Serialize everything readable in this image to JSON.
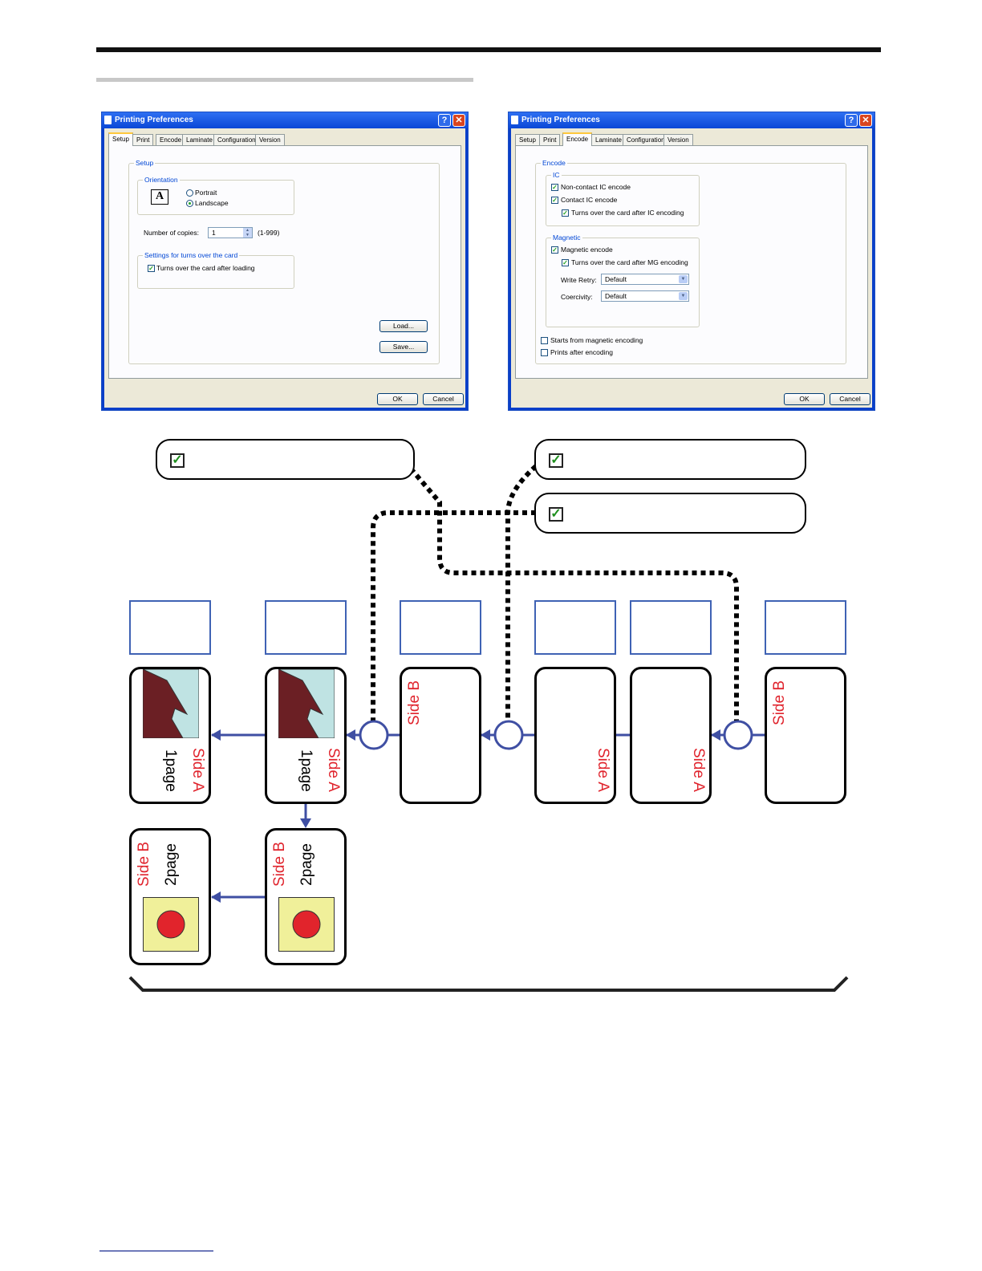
{
  "dialog_left": {
    "title": "Printing Preferences",
    "help_label": "?",
    "close_label": "✕",
    "tabs": [
      "Setup",
      "Print",
      "Encode",
      "Laminate",
      "Configuration",
      "Version"
    ],
    "selected_tab": "Setup",
    "setup_group_label": "Setup",
    "orientation_label": "Orientation",
    "orientation_icon_text": "A",
    "portrait_label": "Portrait",
    "landscape_label": "Landscape",
    "selected_orientation": "Landscape",
    "copies_label": "Number of copies:",
    "copies_value": "1",
    "copies_range": "(1-999)",
    "turn_group_label": "Settings for turns over the card",
    "turn_checkbox_label": "Turns over the card after loading",
    "turn_checked": true,
    "load_label": "Load...",
    "save_label": "Save...",
    "ok_label": "OK",
    "cancel_label": "Cancel"
  },
  "dialog_right": {
    "title": "Printing Preferences",
    "help_label": "?",
    "close_label": "✕",
    "tabs": [
      "Setup",
      "Print",
      "Encode",
      "Laminate",
      "Configuration",
      "Version"
    ],
    "selected_tab": "Encode",
    "encode_group_label": "Encode",
    "ic_group_label": "IC",
    "noncontact_label": "Non-contact IC encode",
    "contact_label": "Contact IC encode",
    "turn_ic_label": "Turns over the card after IC encoding",
    "magnetic_group_label": "Magnetic",
    "magnetic_encode_label": "Magnetic encode",
    "turn_mg_label": "Turns over the card after MG encoding",
    "write_retry_label": "Write Retry:",
    "write_retry_value": "Default",
    "coercivity_label": "Coercivity:",
    "coercivity_value": "Default",
    "starts_mag_label": "Starts from magnetic encoding",
    "prints_after_label": "Prints after encoding",
    "ok_label": "OK",
    "cancel_label": "Cancel"
  },
  "diagram": {
    "check_mark": "✓",
    "side_a": "Side A",
    "side_b": "Side B",
    "page1": "1page",
    "page2": "2page",
    "colors": {
      "flow": "#3f4fa3",
      "label_red": "#e0242d",
      "mountain": "#6b1f24",
      "sky": "#bfe3e3",
      "yellow_bg": "#f0f09a",
      "red_dot": "#e1242c"
    }
  }
}
